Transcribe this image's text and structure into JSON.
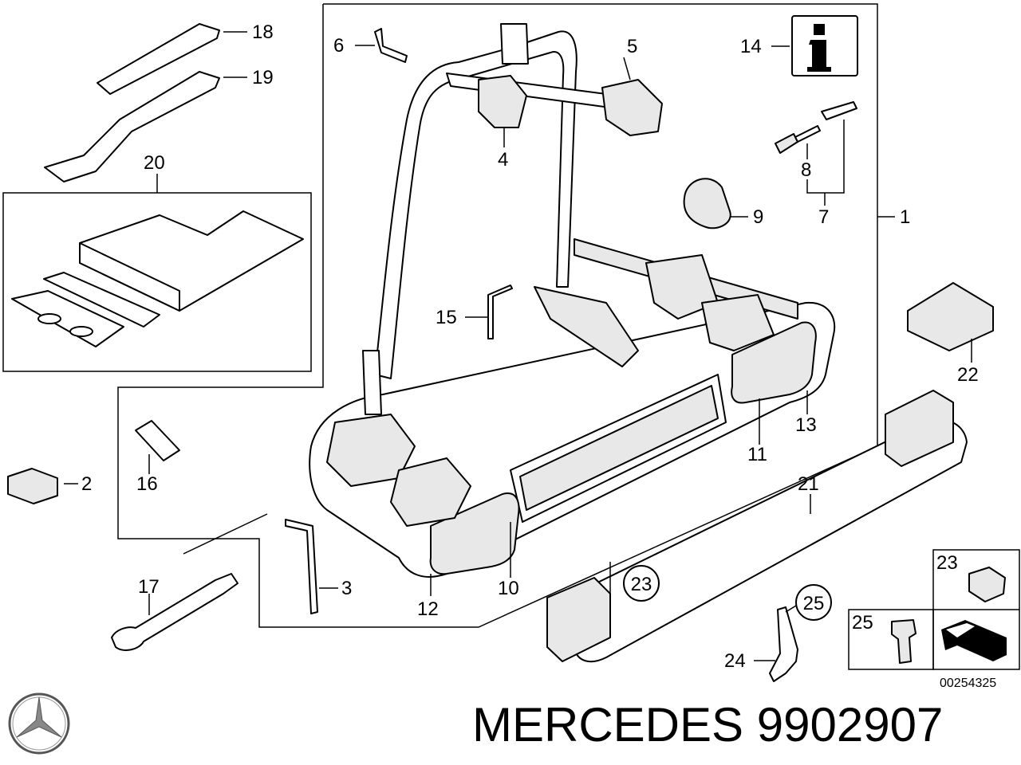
{
  "brand": {
    "name": "MERCEDES",
    "part_number": "9902907",
    "logo": "mercedes-star-logo"
  },
  "diagram": {
    "reference_code": "00254325",
    "info_icon": "info-icon",
    "callouts": {
      "c1": "1",
      "c2": "2",
      "c3": "3",
      "c4": "4",
      "c5": "5",
      "c6": "6",
      "c7": "7",
      "c8": "8",
      "c9": "9",
      "c10": "10",
      "c11": "11",
      "c12": "12",
      "c13": "13",
      "c14": "14",
      "c15": "15",
      "c16": "16",
      "c17": "17",
      "c18": "18",
      "c19": "19",
      "c20": "20",
      "c21": "21",
      "c22": "22",
      "c23": "23",
      "c24": "24",
      "c25": "25",
      "c23_circle": "23",
      "c25_circle": "25",
      "c23_box": "23",
      "c25_box": "25"
    }
  }
}
